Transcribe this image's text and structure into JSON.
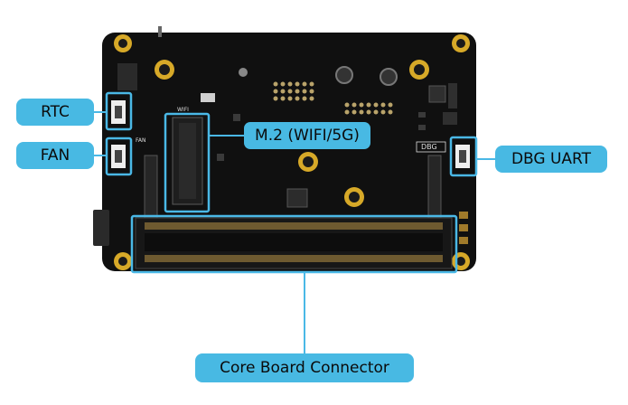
{
  "labels": {
    "rtc": "RTC",
    "fan": "FAN",
    "m2": "M.2 (WIFI/5G)",
    "dbg_uart": "DBG UART",
    "core_connector": "Core Board Connector"
  },
  "silkscreen": {
    "wifi": "WIFI",
    "dbg": "DBG",
    "fan": "FAN"
  },
  "colors": {
    "callout": "#48b9e3",
    "board": "#101010",
    "gold": "#d7a928",
    "highlight": "#4ab8e6"
  }
}
